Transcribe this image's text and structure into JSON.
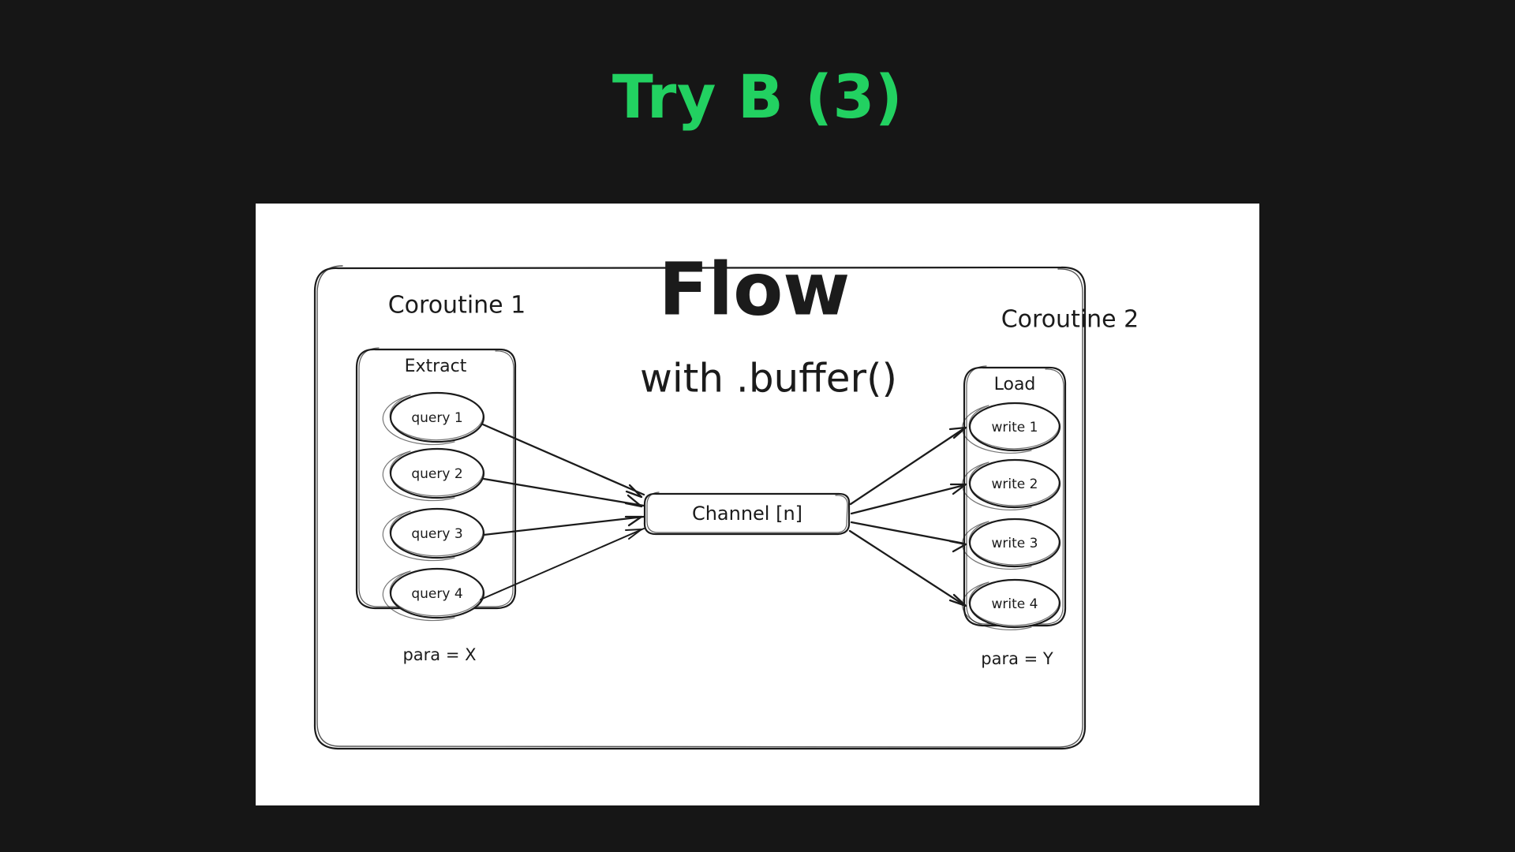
{
  "slide": {
    "title": "Try B (3)",
    "title_color": "#22d161",
    "background_color": "#161616",
    "board_color": "#ffffff"
  },
  "diagram": {
    "type": "flow-pipeline",
    "heading_primary": "Flow",
    "heading_secondary": "with .buffer()",
    "left": {
      "coroutine_label": "Coroutine 1",
      "group_label": "Extract",
      "para_label": "para = X",
      "nodes": [
        "query 1",
        "query 2",
        "query 3",
        "query 4"
      ]
    },
    "center": {
      "channel_label": "Channel [n]"
    },
    "right": {
      "coroutine_label": "Coroutine 2",
      "group_label": "Load",
      "para_label": "para = Y",
      "nodes": [
        "write 1",
        "write 2",
        "write 3",
        "write 4"
      ]
    }
  }
}
